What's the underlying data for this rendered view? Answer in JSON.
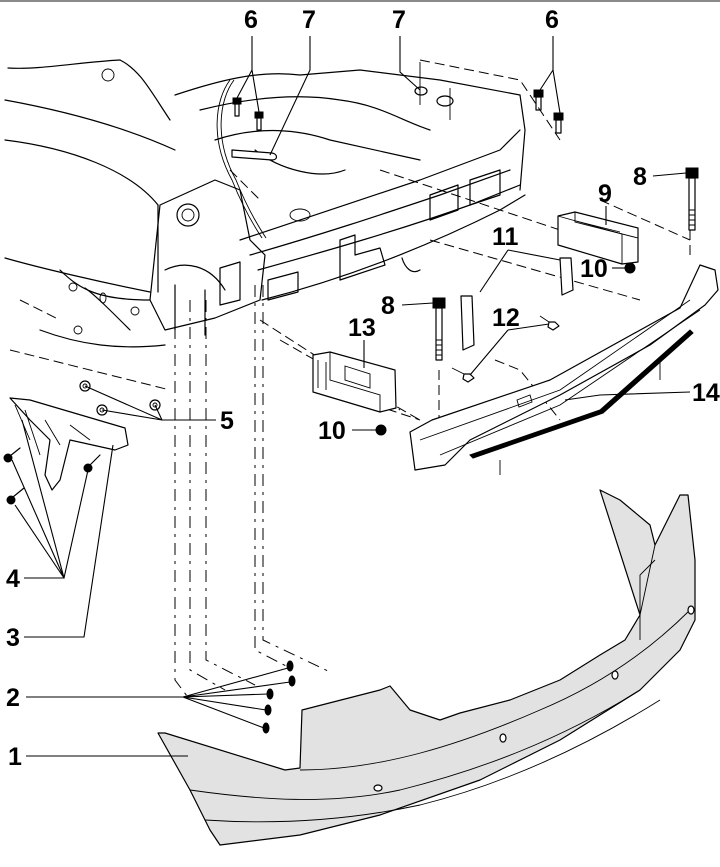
{
  "diagram": {
    "title": "Rear bumper assembly exploded view",
    "colors": {
      "line": "#000000",
      "bumper_fill": "#e2e2e2",
      "background": "#ffffff"
    },
    "callouts": [
      {
        "id": "c1",
        "label": "1",
        "part": "bumper-cover"
      },
      {
        "id": "c2",
        "label": "2",
        "part": "clip-nuts"
      },
      {
        "id": "c3",
        "label": "3",
        "part": "side-guide-bracket"
      },
      {
        "id": "c4",
        "label": "4",
        "part": "bracket-screws"
      },
      {
        "id": "c5",
        "label": "5",
        "part": "spreader-nuts"
      },
      {
        "id": "c6a",
        "label": "6",
        "part": "bolts-left"
      },
      {
        "id": "c7a",
        "label": "7",
        "part": "retaining-plate-left"
      },
      {
        "id": "c7b",
        "label": "7",
        "part": "retaining-plate-right"
      },
      {
        "id": "c6b",
        "label": "6",
        "part": "bolts-right"
      },
      {
        "id": "c8a",
        "label": "8",
        "part": "bolt-right"
      },
      {
        "id": "c9",
        "label": "9",
        "part": "impact-absorber-right"
      },
      {
        "id": "c10a",
        "label": "10",
        "part": "nut-right"
      },
      {
        "id": "c11",
        "label": "11",
        "part": "brackets"
      },
      {
        "id": "c12",
        "label": "12",
        "part": "clips"
      },
      {
        "id": "c8b",
        "label": "8",
        "part": "bolt-left"
      },
      {
        "id": "c13",
        "label": "13",
        "part": "impact-absorber-left"
      },
      {
        "id": "c10b",
        "label": "10",
        "part": "nut-left"
      },
      {
        "id": "c14",
        "label": "14",
        "part": "bumper-reinforcement"
      }
    ]
  }
}
